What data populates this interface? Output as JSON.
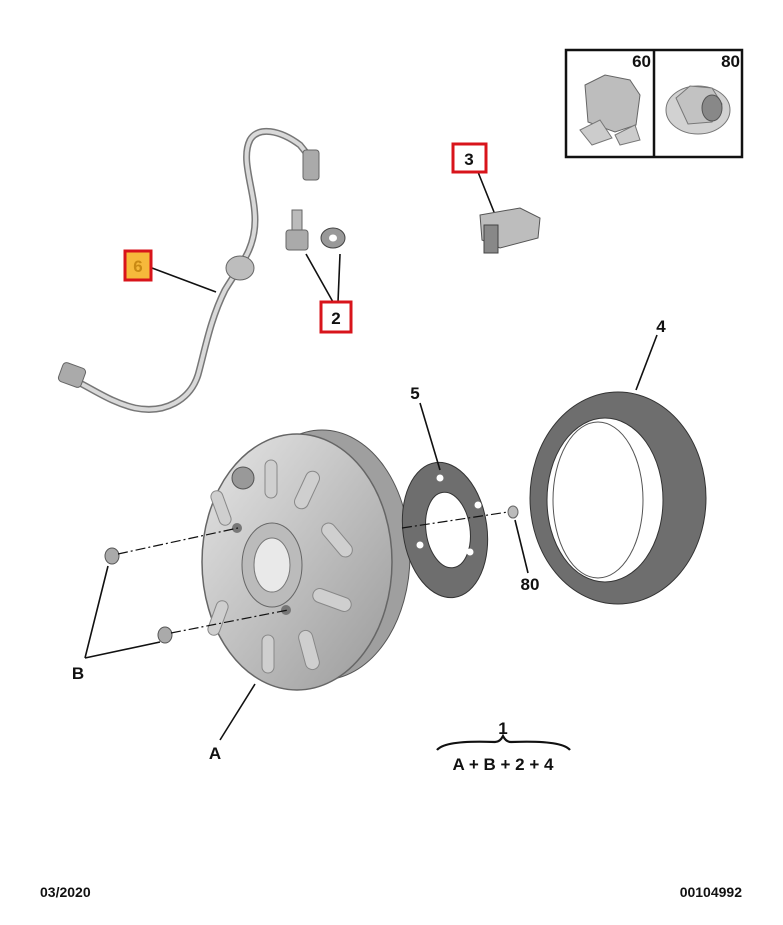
{
  "diagram": {
    "kit_box": {
      "left_label": "60",
      "right_label": "80"
    },
    "callouts": {
      "part_3": "3",
      "part_6": "6",
      "part_2": "2",
      "part_4": "4",
      "part_5": "5",
      "part_80": "80",
      "part_B": "B",
      "part_A": "A"
    },
    "assembly": {
      "number": "1",
      "composition": "A + B + 2 + 4"
    },
    "footer": {
      "date": "03/2020",
      "reference": "00104992"
    },
    "colors": {
      "highlight_border": "#d8141b",
      "highlight_fill": "#f6b93b",
      "ring": "#6e6e6e"
    }
  }
}
